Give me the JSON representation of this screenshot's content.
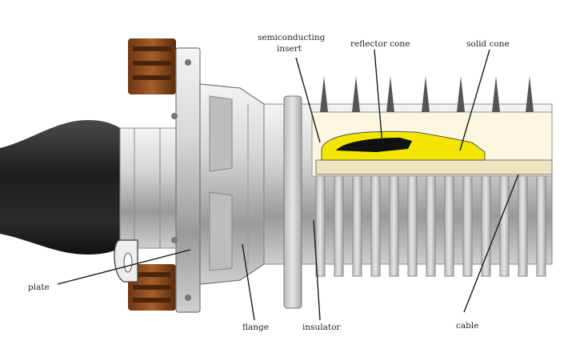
{
  "labels": {
    "semiconducting_line1": "semiconducting",
    "semiconducting_line2": "insert",
    "reflector_cone": "reflector cone",
    "solid_cone": "solid cone",
    "plate": "plate",
    "flange": "flange",
    "insulator": "insulator",
    "cable": "cable"
  },
  "colors": {
    "cable_jacket": "#222222",
    "metal": "#d9d9d9",
    "shed": "#c8c8c8",
    "cone": "#f2e600",
    "reflector": "#111111",
    "cable_core": "#efe4c2",
    "cutaway": "#fbf7e0",
    "porcelain_brown": "#8a4a1e"
  }
}
